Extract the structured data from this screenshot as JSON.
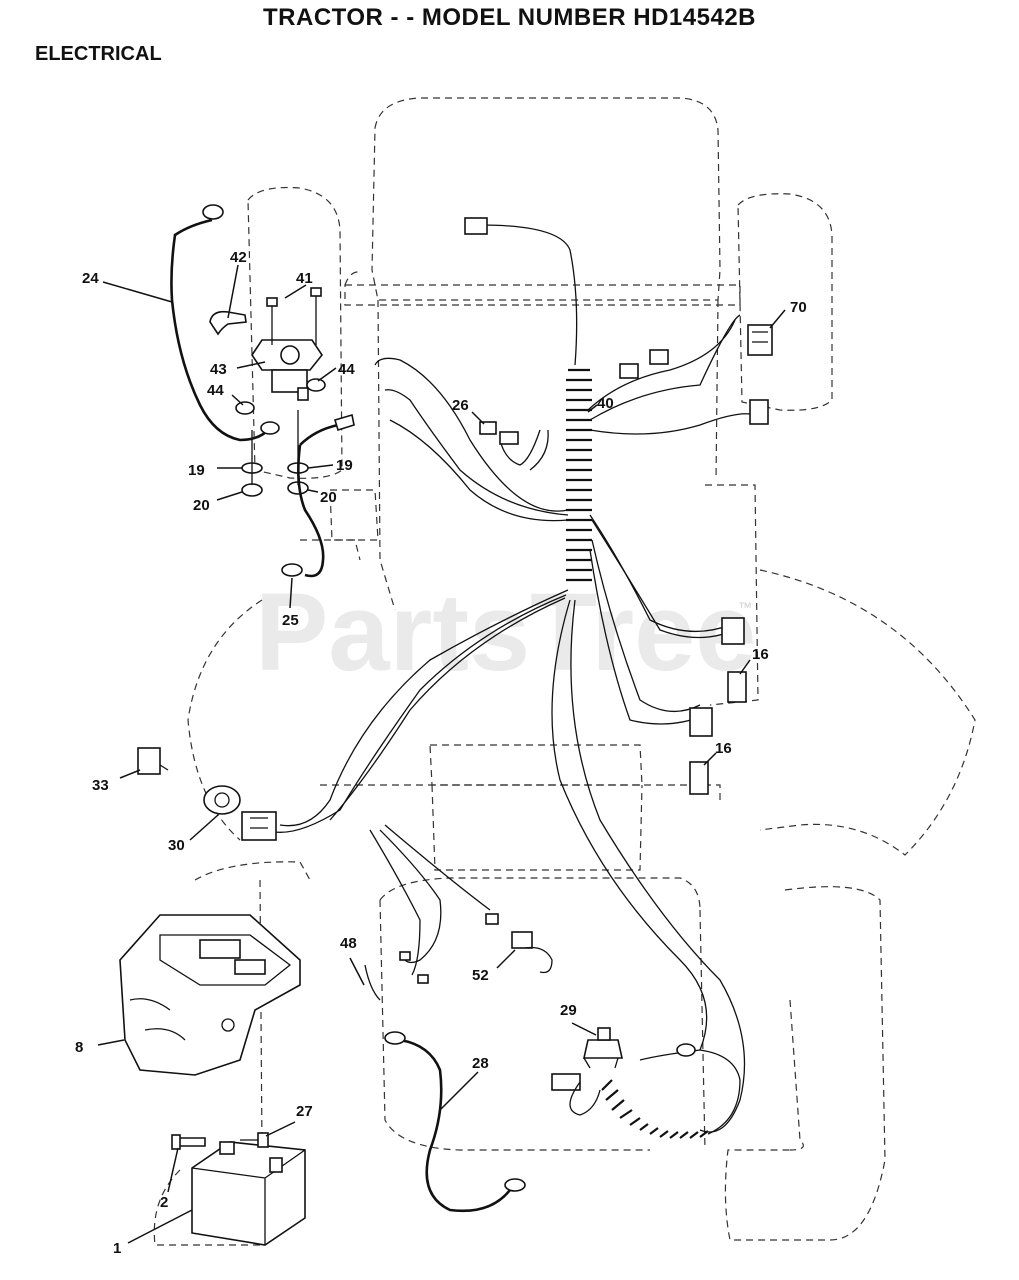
{
  "header": {
    "title": "TRACTOR - - MODEL NUMBER HD14542B",
    "section": "ELECTRICAL"
  },
  "watermark": {
    "text": "PartsTree",
    "tm": "™"
  },
  "callouts": {
    "c1": "1",
    "c2": "2",
    "c8": "8",
    "c16a": "16",
    "c16b": "16",
    "c19a": "19",
    "c19b": "19",
    "c20a": "20",
    "c20b": "20",
    "c24": "24",
    "c25": "25",
    "c26": "26",
    "c27": "27",
    "c28": "28",
    "c29": "29",
    "c30": "30",
    "c33": "33",
    "c40": "40",
    "c41": "41",
    "c42": "42",
    "c43": "43",
    "c44a": "44",
    "c44b": "44",
    "c48": "48",
    "c52": "52",
    "c70": "70"
  }
}
